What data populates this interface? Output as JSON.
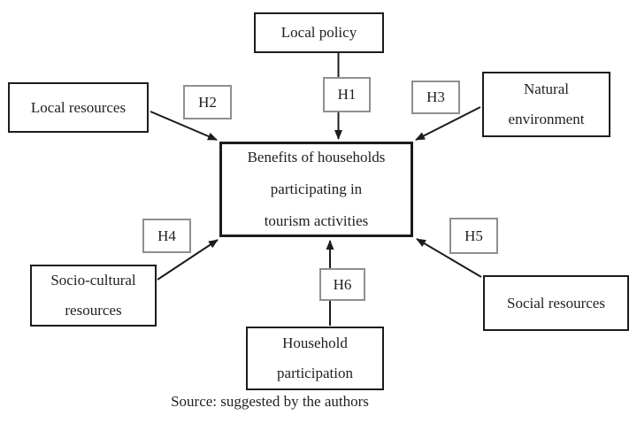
{
  "colors": {
    "background": "#ffffff",
    "node_border": "#1c1c1c",
    "hypothesis_border": "#8f8f8f",
    "arrow": "#1c1c1c",
    "text": "#1f1f1f"
  },
  "diagram": {
    "center": {
      "label": "Benefits of households\nparticipating in\ntourism activities"
    },
    "nodes": {
      "local_policy": {
        "label": "Local policy"
      },
      "local_resources": {
        "label": "Local resources"
      },
      "natural_environment": {
        "label": "Natural\nenvironment"
      },
      "socio_cultural_resources": {
        "label": "Socio-cultural\nresources"
      },
      "social_resources": {
        "label": "Social resources"
      },
      "household_participation": {
        "label": "Household\nparticipation"
      }
    },
    "hypotheses": {
      "h1": "H1",
      "h2": "H2",
      "h3": "H3",
      "h4": "H4",
      "h5": "H5",
      "h6": "H6"
    },
    "caption": "Source: suggested by the authors"
  }
}
